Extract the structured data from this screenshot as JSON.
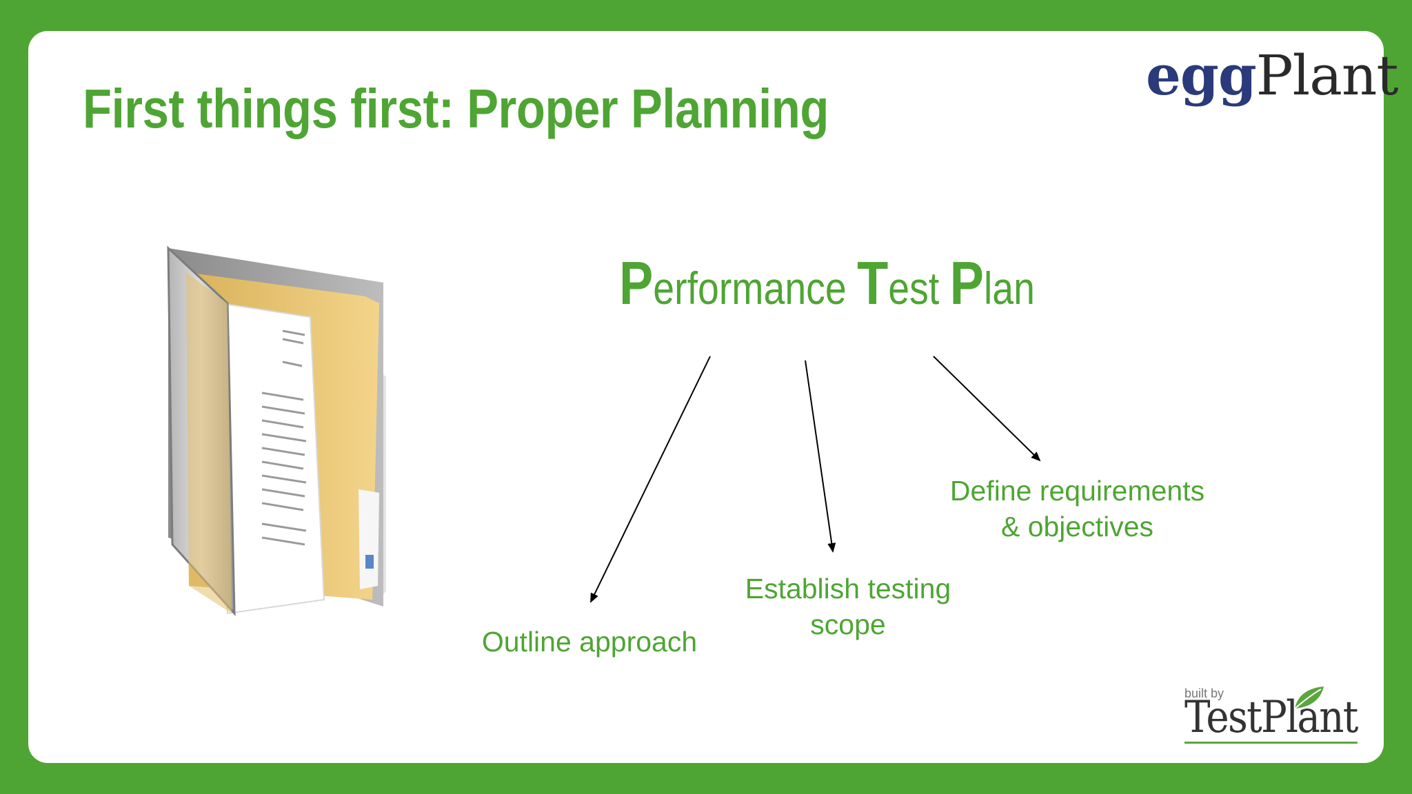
{
  "slide": {
    "title": "First things first: Proper Planning",
    "plan_title": {
      "p_cap": "P",
      "p_rest": "erformance ",
      "t_cap": "T",
      "t_rest": "est ",
      "l_cap": "P",
      "l_rest": "lan"
    },
    "branches": {
      "outline": "Outline approach",
      "establish_line1": "Establish testing",
      "establish_line2": "scope",
      "define_line1": "Define requirements",
      "define_line2": "& objectives"
    }
  },
  "logos": {
    "egg": "egg",
    "plant": "Plant",
    "built_by": "built by",
    "testplant": "TestPlant"
  },
  "colors": {
    "brand_green": "#4ea533",
    "egg_blue": "#2a3a7a"
  }
}
